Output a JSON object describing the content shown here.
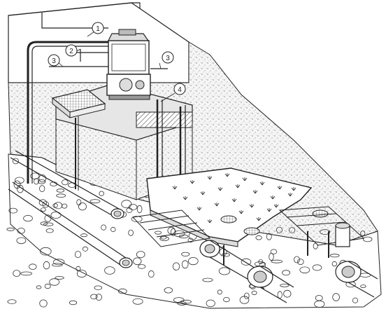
{
  "callouts": [
    {
      "id": "c1",
      "label": "1"
    },
    {
      "id": "c2",
      "label": "2"
    },
    {
      "id": "c3a",
      "label": "3"
    },
    {
      "id": "c3b",
      "label": "3"
    },
    {
      "id": "c4",
      "label": "4"
    }
  ],
  "colors": {
    "line": "#222222",
    "earth_fill": "#f2f2f2",
    "concrete_fill": "#d9d9d9",
    "stone_fill": "#ffffff",
    "background": "#ffffff"
  },
  "icons": {
    "pump_station": "pump-unit-icon",
    "grate": "grate-icon"
  }
}
